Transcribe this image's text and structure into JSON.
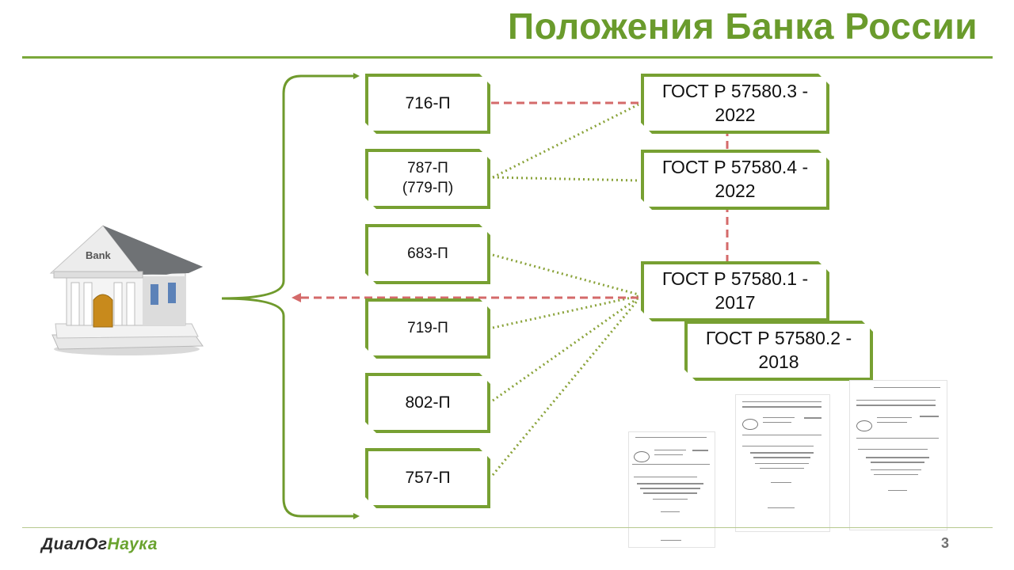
{
  "header": {
    "title": "Положения Банка России"
  },
  "bank_icon": {
    "label": "Bank"
  },
  "regulations": [
    {
      "label": "716-П"
    },
    {
      "label": "787-П",
      "sub": "(779-П)"
    },
    {
      "label": "683-П"
    },
    {
      "label": "719-П"
    },
    {
      "label": "802-П"
    },
    {
      "label": "757-П"
    }
  ],
  "standards": [
    {
      "line1": "ГОСТ Р 57580.3 -",
      "line2": "2022"
    },
    {
      "line1": "ГОСТ Р 57580.4 -",
      "line2": "2022"
    },
    {
      "line1": "ГОСТ Р 57580.1 -",
      "line2": "2017"
    },
    {
      "line1": "ГОСТ Р 57580.2 -",
      "line2": "2018"
    }
  ],
  "footer": {
    "logo_part1": "ДиалОг",
    "logo_part2": "Наука",
    "page_number": "3"
  },
  "colors": {
    "accent": "#6a9b2c",
    "box_border": "#77a032",
    "dotted_link": "#8aa33a",
    "dashed_link": "#d46a6a"
  }
}
